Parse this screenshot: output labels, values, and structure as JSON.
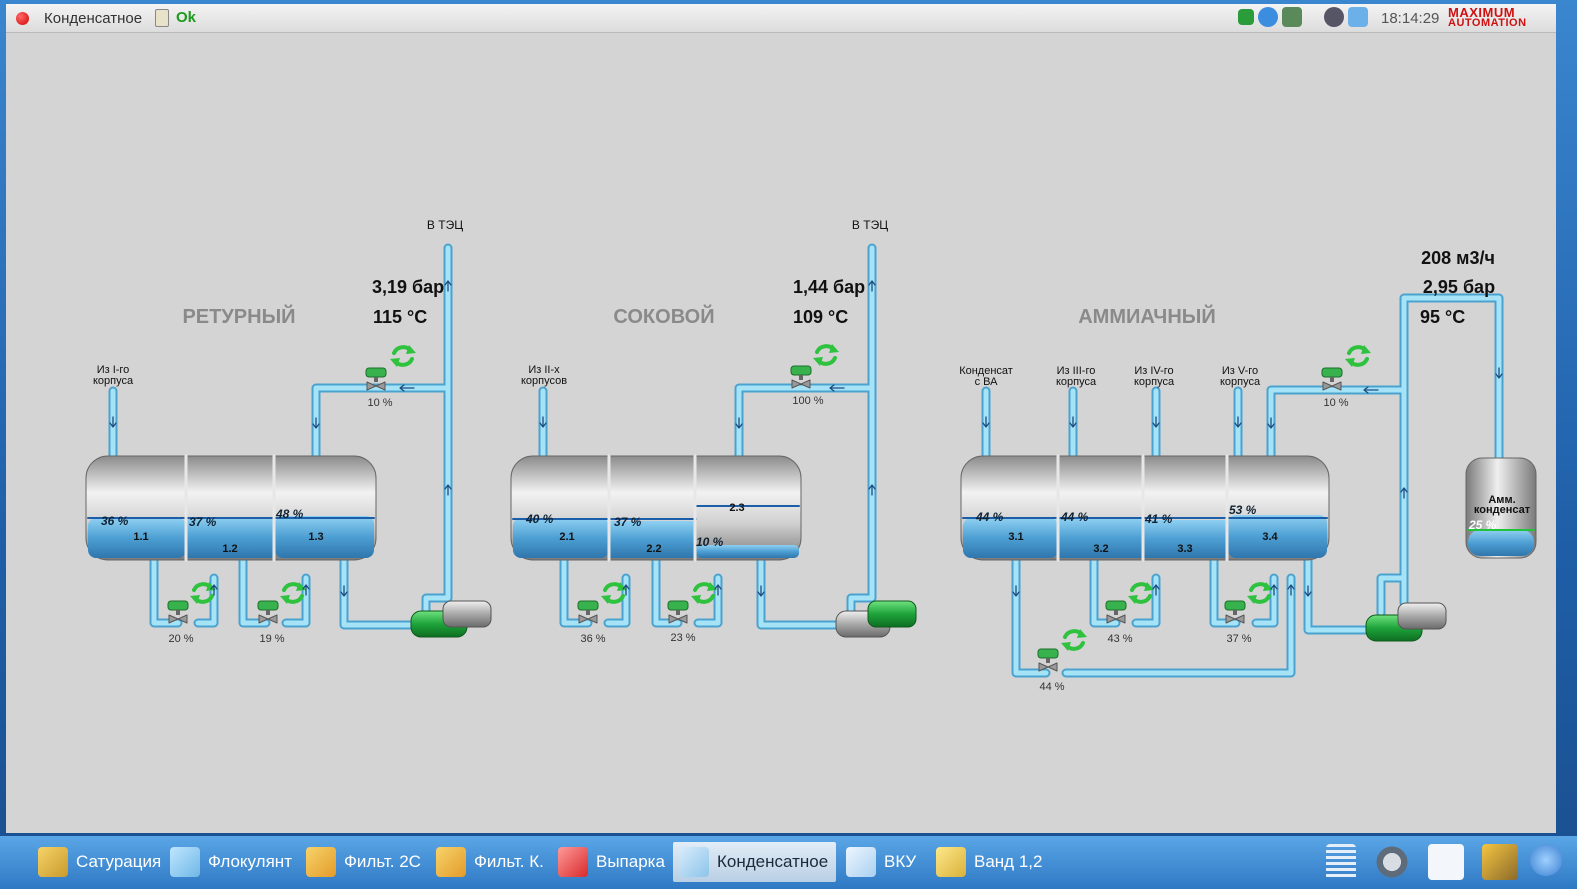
{
  "window": {
    "title": "Конденсатное",
    "status": "Ok",
    "time": "18:14:29",
    "logo_line1": "MAXIMUM",
    "logo_line2": "AUTOMATION"
  },
  "sections": {
    "returny": {
      "title": "РЕТУРНЫЙ",
      "dest": "В ТЭЦ",
      "pressure": "3,19 бар",
      "temperature": "115 °С",
      "inlet_label_1": "Из I-го",
      "inlet_label_2": "корпуса",
      "top_valve": "10 %",
      "tanks": [
        {
          "level": "36 %",
          "id": "1.1"
        },
        {
          "level": "37 %",
          "id": "1.2"
        },
        {
          "level": "48 %",
          "id": "1.3"
        }
      ],
      "bottom_valves": [
        "20 %",
        "19 %"
      ]
    },
    "sokovoy": {
      "title": "СОКОВОЙ",
      "dest": "В ТЭЦ",
      "pressure": "1,44 бар",
      "temperature": "109 °С",
      "inlet_label_1": "Из II-х",
      "inlet_label_2": "корпусов",
      "top_valve": "100 %",
      "tanks": [
        {
          "level": "40 %",
          "id": "2.1"
        },
        {
          "level": "37 %",
          "id": "2.2"
        },
        {
          "level": "10 %",
          "id": "2.3"
        }
      ],
      "bottom_valves": [
        "36 %",
        "23 %"
      ]
    },
    "ammiachny": {
      "title": "АММИАЧНЫЙ",
      "flow": "208 м3/ч",
      "pressure": "2,95 бар",
      "temperature": "95 °С",
      "inlets": [
        {
          "l1": "Конденсат",
          "l2": "с ВА"
        },
        {
          "l1": "Из III-го",
          "l2": "корпуса"
        },
        {
          "l1": "Из IV-го",
          "l2": "корпуса"
        },
        {
          "l1": "Из V-го",
          "l2": "корпуса"
        }
      ],
      "top_valve": "10 %",
      "tanks": [
        {
          "level": "44 %",
          "id": "3.1"
        },
        {
          "level": "44 %",
          "id": "3.2"
        },
        {
          "level": "41 %",
          "id": "3.3"
        },
        {
          "level": "53 %",
          "id": "3.4"
        }
      ],
      "bottom_valves": [
        "44 %",
        "43 %",
        "37 %"
      ],
      "receiver": {
        "l1": "Амм.",
        "l2": "конденсат",
        "level": "25 %"
      }
    }
  },
  "taskbar": {
    "items": [
      {
        "label": "Сатурация"
      },
      {
        "label": "Флокулянт"
      },
      {
        "label": "Фильт. 2С"
      },
      {
        "label": "Фильт. К."
      },
      {
        "label": "Выпарка"
      },
      {
        "label": "Конденсатное"
      },
      {
        "label": "ВКУ"
      },
      {
        "label": "Ванд 1,2"
      }
    ]
  },
  "colors": {
    "pipe": "#8fd4f0",
    "pipe_edge": "#4aa3cf",
    "liquid": "#5aa9d8",
    "valve": "#2fb34a",
    "pump": "#1ea33a"
  }
}
